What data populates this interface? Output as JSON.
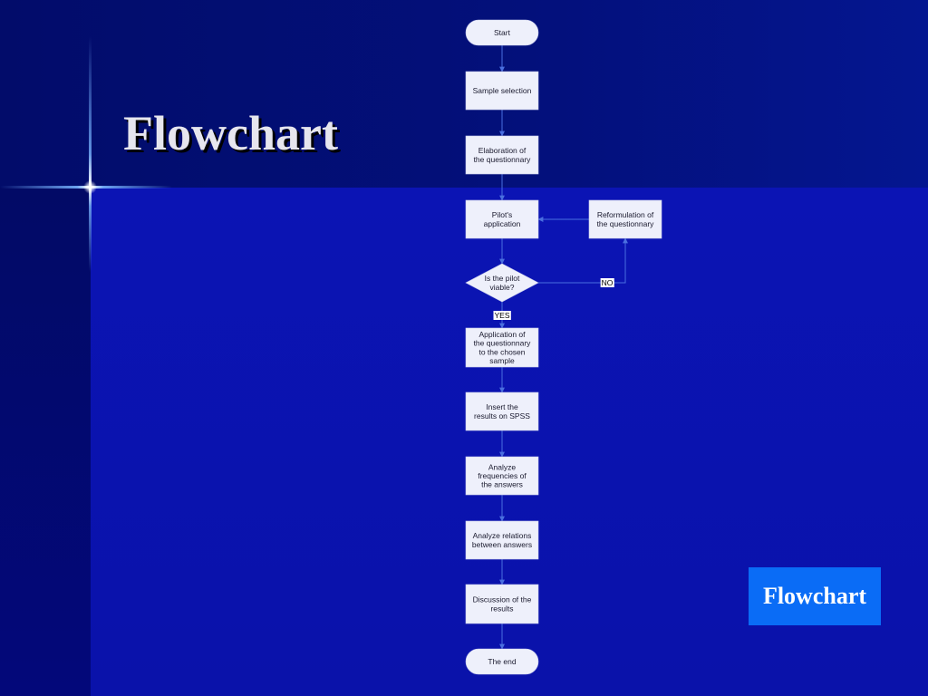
{
  "slide": {
    "title": "Flowchart",
    "badge_label": "Flowchart"
  },
  "colors": {
    "title_text": "#e6e6ee",
    "badge_background": "#0a6cf6",
    "node_fill": "#eef0fb",
    "connector": "#4a6fe0"
  },
  "flowchart": {
    "nodes": [
      {
        "id": "start",
        "shape": "terminator",
        "text": "Start"
      },
      {
        "id": "sample",
        "shape": "process",
        "text": "Sample selection"
      },
      {
        "id": "elaboration",
        "shape": "process",
        "text": "Elaboration of the questionnary"
      },
      {
        "id": "pilot",
        "shape": "process",
        "text": "Pilot's application"
      },
      {
        "id": "decision",
        "shape": "decision",
        "text": "Is the pilot viable?"
      },
      {
        "id": "reformulation",
        "shape": "process",
        "text": "Reformulation of the questionnary"
      },
      {
        "id": "apply",
        "shape": "process",
        "text": "Application of the questionnary to the chosen sample"
      },
      {
        "id": "insert",
        "shape": "process",
        "text": "Insert the results on SPSS"
      },
      {
        "id": "frequencies",
        "shape": "process",
        "text": "Analyze frequencies of the answers"
      },
      {
        "id": "relations",
        "shape": "process",
        "text": "Analyze relations between answers"
      },
      {
        "id": "discussion",
        "shape": "process",
        "text": "Discussion of the results"
      },
      {
        "id": "end",
        "shape": "terminator",
        "text": "The end"
      }
    ],
    "edges": [
      {
        "from": "start",
        "to": "sample"
      },
      {
        "from": "sample",
        "to": "elaboration"
      },
      {
        "from": "elaboration",
        "to": "pilot"
      },
      {
        "from": "pilot",
        "to": "decision"
      },
      {
        "from": "decision",
        "to": "reformulation",
        "label": "NO"
      },
      {
        "from": "reformulation",
        "to": "pilot"
      },
      {
        "from": "decision",
        "to": "apply",
        "label": "YES"
      },
      {
        "from": "apply",
        "to": "insert"
      },
      {
        "from": "insert",
        "to": "frequencies"
      },
      {
        "from": "frequencies",
        "to": "relations"
      },
      {
        "from": "relations",
        "to": "discussion"
      },
      {
        "from": "discussion",
        "to": "end"
      }
    ]
  }
}
